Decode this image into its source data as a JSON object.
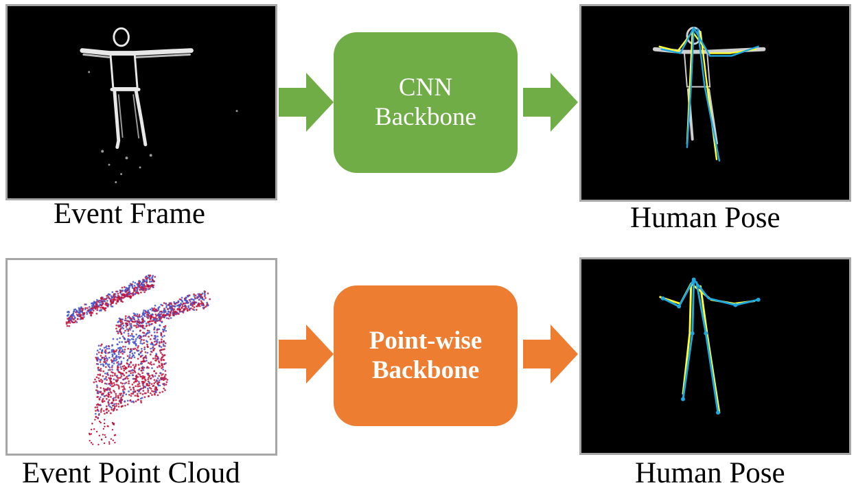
{
  "top_row": {
    "input_caption": "Event Frame",
    "backbone": {
      "line1": "CNN",
      "line2": "Backbone",
      "color": "#70ad47"
    },
    "output_caption": "Human Pose"
  },
  "bottom_row": {
    "input_caption": "Event Point Cloud",
    "backbone": {
      "line1": "Point-wise",
      "line2": "Backbone",
      "color": "#ed7d31"
    },
    "output_caption": "Human Pose"
  },
  "colors": {
    "pose_prediction": "#ffff33",
    "pose_ground_truth": "#1fa8e0",
    "cloud_red": "#c0143c",
    "cloud_blue": "#4455cc",
    "panel_border": "#a6a6a6"
  }
}
